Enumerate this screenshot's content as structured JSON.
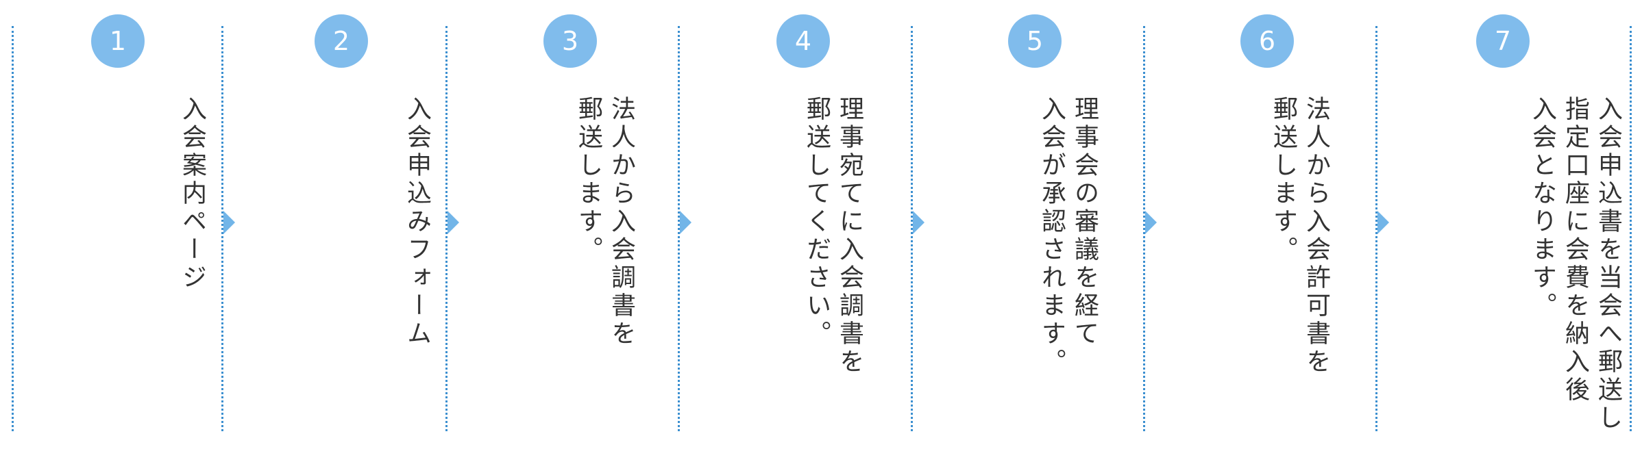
{
  "colors": {
    "badge": "#80bcec",
    "arrow": "#72b5e8",
    "divider": "#3b8fd0",
    "text": "#333333"
  },
  "steps": [
    {
      "number": "1",
      "text": "入会案内ページ"
    },
    {
      "number": "2",
      "text": "入会申込みフォーム"
    },
    {
      "number": "3",
      "text": "法人から入会調書を\n郵送します。"
    },
    {
      "number": "4",
      "text": "理事宛てに入会調書を\n郵送してください。"
    },
    {
      "number": "5",
      "text": "理事会の審議を経て\n入会が承認されます。"
    },
    {
      "number": "6",
      "text": "法人から入会許可書を\n郵送します。"
    },
    {
      "number": "7",
      "text": "入会申込書を当会へ郵送し\n指定口座に会費を納入後\n入会となります。"
    }
  ]
}
